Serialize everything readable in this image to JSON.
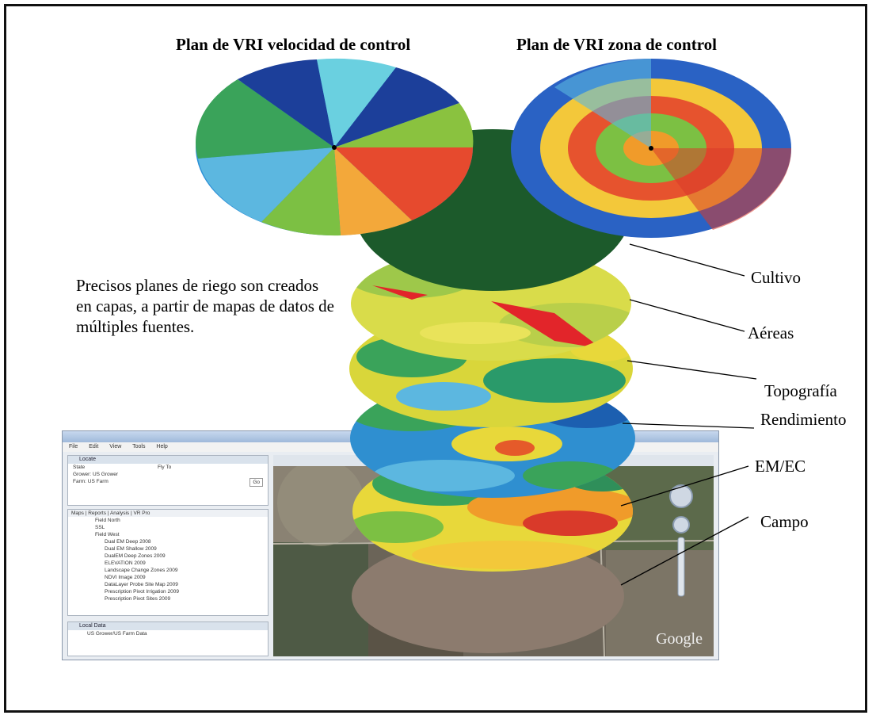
{
  "titles": {
    "speed_plan": "Plan de VRI velocidad de control",
    "zone_plan": "Plan de VRI zona de control"
  },
  "caption": "Precisos planes de riego son creados en capas, a partir de mapas de datos de múltiples fuentes.",
  "layers": [
    "Cultivo",
    "Aéreas",
    "Topografía",
    "Rendimiento",
    "EM/EC",
    "Campo"
  ],
  "software": {
    "menu": [
      "File",
      "Edit",
      "View",
      "Tools",
      "Help"
    ],
    "locate_header": "Locate",
    "state_label": "State",
    "fly_to": "Fly To",
    "grower_label": "Grower:",
    "grower_value": "US Grower",
    "farm_label": "Farm:",
    "farm_value": "US Farm",
    "go": "Go",
    "tabs": [
      "Maps",
      "Reports",
      "Analysis",
      "VR Pro"
    ],
    "tree": [
      "Field North",
      "SSL",
      "Field West",
      "Dual EM Deep 2008",
      "Dual EM Shallow 2009",
      "DualEM Deep Zones 2009",
      "ELEVATION 2009",
      "Landscape Change Zones 2009",
      "NDVI Image 2009",
      "DataLayer Probe Site Map 2009",
      "Prescription Pivot Irrigation 2009",
      "Prescription Pivot Sites 2009"
    ],
    "local_data_header": "Local Data",
    "local_data_item": "US Grower/US Farm Data",
    "map_credit": "Google"
  },
  "colors": {
    "crop": "#1c5a2b",
    "field": "#8c7b6e",
    "frame": "#111111"
  }
}
